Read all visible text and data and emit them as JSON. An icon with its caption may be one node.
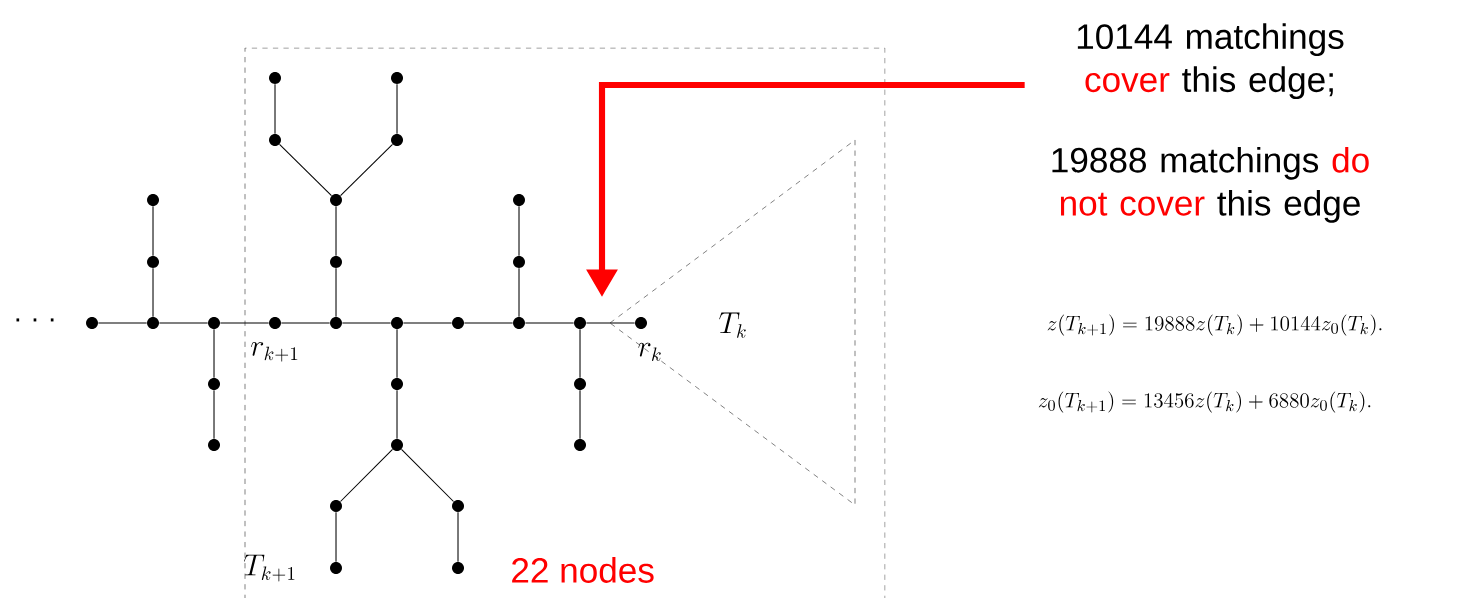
{
  "diagram": {
    "nodes": [
      {
        "text": [
          "T_{k+1}",
          "22 nodes"
        ]
      },
      {
        "text": [
          "T_k"
        ],
        "in": 0
      },
      {
        "text": [],
        "shape": "circle"
      },
      {
        "text": [],
        "shape": "circle"
      },
      {
        "text": [],
        "shape": "circle"
      },
      {
        "text": [],
        "shape": "circle",
        "in": 0
      },
      {
        "text": [],
        "shape": "circle",
        "in": 0
      },
      {
        "text": [],
        "shape": "circle",
        "in": 0
      },
      {
        "text": [],
        "shape": "circle",
        "in": 0
      },
      {
        "text": [],
        "shape": "circle",
        "in": 0
      },
      {
        "text": [],
        "shape": "circle",
        "in": 0
      },
      {
        "text": [],
        "shape": "circle",
        "in": 1
      },
      {
        "text": [],
        "shape": "circle"
      },
      {
        "text": [],
        "shape": "circle"
      },
      {
        "text": [],
        "shape": "circle"
      },
      {
        "text": [],
        "shape": "circle"
      },
      {
        "text": [],
        "shape": "circle",
        "in": 0
      },
      {
        "text": [],
        "shape": "circle",
        "in": 0
      },
      {
        "text": [],
        "shape": "circle",
        "in": 0
      },
      {
        "text": [],
        "shape": "circle",
        "in": 0
      },
      {
        "text": [],
        "shape": "circle",
        "in": 0
      },
      {
        "text": [],
        "shape": "circle",
        "in": 0
      },
      {
        "text": [],
        "shape": "circle",
        "in": 0
      },
      {
        "text": [],
        "shape": "circle",
        "in": 0
      },
      {
        "text": [],
        "shape": "circle",
        "in": 0
      },
      {
        "text": [],
        "shape": "circle",
        "in": 0
      },
      {
        "text": [],
        "shape": "circle",
        "in": 0
      },
      {
        "text": [],
        "shape": "circle",
        "in": 0
      },
      {
        "text": [],
        "shape": "circle",
        "in": 0
      },
      {
        "text": [],
        "shape": "circle",
        "in": 0
      },
      {
        "text": [],
        "shape": "circle",
        "in": 0
      },
      {
        "text": [],
        "shape": "circle",
        "in": 0
      },
      {
        "text": [
          "10144 matchings",
          "cover",
          "this edge;",
          "19888 matchings",
          "do not cover",
          "this edge"
        ]
      }
    ],
    "edges": [
      {
        "from": 2,
        "to": 3,
        "arrow": "none"
      },
      {
        "from": 3,
        "to": 4,
        "arrow": "none"
      },
      {
        "from": 4,
        "to": 5,
        "arrow": "none"
      },
      {
        "from": 5,
        "to": 6,
        "arrow": "none"
      },
      {
        "from": 6,
        "to": 7,
        "arrow": "none"
      },
      {
        "from": 7,
        "to": 8,
        "arrow": "none"
      },
      {
        "from": 8,
        "to": 9,
        "arrow": "none"
      },
      {
        "from": 9,
        "to": 10,
        "arrow": "none"
      },
      {
        "from": 10,
        "to": 11,
        "arrow": "none"
      },
      {
        "from": 3,
        "to": 12,
        "arrow": "none"
      },
      {
        "from": 12,
        "to": 13,
        "arrow": "none"
      },
      {
        "from": 4,
        "to": 14,
        "arrow": "none"
      },
      {
        "from": 14,
        "to": 15,
        "arrow": "none"
      },
      {
        "from": 6,
        "to": 16,
        "arrow": "none"
      },
      {
        "from": 16,
        "to": 17,
        "arrow": "none"
      },
      {
        "from": 17,
        "to": 18,
        "arrow": "none"
      },
      {
        "from": 17,
        "to": 19,
        "arrow": "none"
      },
      {
        "from": 18,
        "to": 20,
        "arrow": "none"
      },
      {
        "from": 19,
        "to": 21,
        "arrow": "none"
      },
      {
        "from": 7,
        "to": 22,
        "arrow": "none"
      },
      {
        "from": 22,
        "to": 23,
        "arrow": "none"
      },
      {
        "from": 23,
        "to": 24,
        "arrow": "none"
      },
      {
        "from": 23,
        "to": 25,
        "arrow": "none"
      },
      {
        "from": 24,
        "to": 26,
        "arrow": "none"
      },
      {
        "from": 25,
        "to": 27,
        "arrow": "none"
      },
      {
        "from": 9,
        "to": 28,
        "arrow": "none"
      },
      {
        "from": 28,
        "to": 29,
        "arrow": "none"
      },
      {
        "from": 10,
        "to": 30,
        "arrow": "none"
      },
      {
        "from": 30,
        "to": 31,
        "arrow": "none"
      },
      {
        "from": 32,
        "to": null,
        "arrow": "to",
        "style": "thick",
        "color": "#ff0000"
      }
    ],
    "labels": [
      "· · ·",
      "r_{k+1}",
      "r_k",
      "z(T_{k+1}) = 19888z(T_k) + 10144z_0(T_k).",
      "z_0(T_{k+1}) = 13456z(T_k) + 6880z_0(T_k)."
    ]
  }
}
